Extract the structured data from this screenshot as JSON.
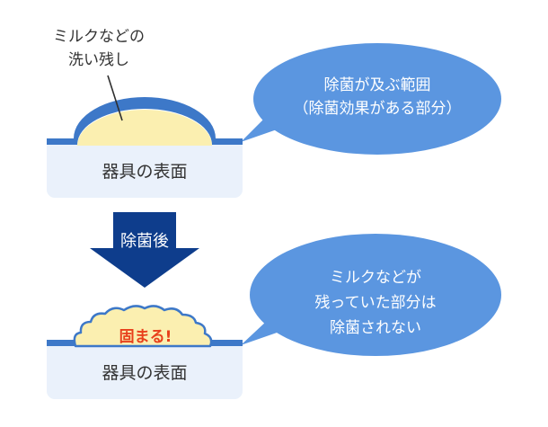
{
  "diagram": {
    "before": {
      "residue_label_lines": [
        "ミルクなどの",
        "洗い残し"
      ],
      "surface_label": "器具の表面"
    },
    "bubble_before_lines": [
      "除菌が及ぶ範囲",
      "（除菌効果がある部分）"
    ],
    "arrow_label": "除菌後",
    "after": {
      "residue_label": "固まる!",
      "surface_label": "器具の表面"
    },
    "bubble_after_lines": [
      "ミルクなどが",
      "残っていた部分は",
      "除菌されない"
    ]
  },
  "colors": {
    "bubble": "#5b96e0",
    "surface_fill": "#eaf1fb",
    "surface_edge": "#3d78c8",
    "milk": "#fbefb0",
    "arrow": "#0e3d8c",
    "highlight": "#e8401c"
  }
}
